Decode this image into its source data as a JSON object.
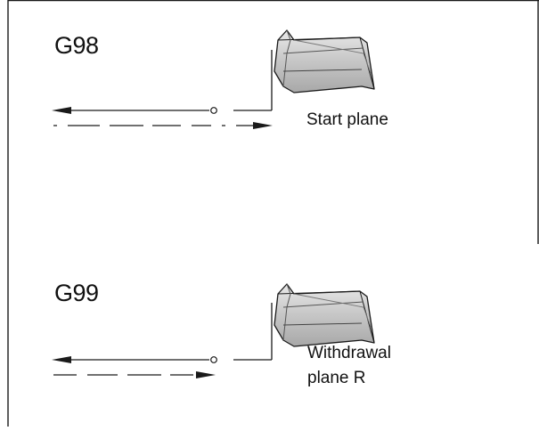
{
  "colors": {
    "ink": "#1a1a1a",
    "tool_fill": "#cfcfcf",
    "tool_dark": "#9c9c9c",
    "tool_light": "#e6e6e6",
    "background": "#ffffff"
  },
  "cycles": [
    {
      "code": "G98",
      "plane_label_lines": [
        "Start plane"
      ]
    },
    {
      "code": "G99",
      "plane_label_lines": [
        "Withdrawal",
        "plane R"
      ]
    }
  ],
  "icons": {
    "tool": "drill-bit-icon",
    "arrow": "arrowhead-icon",
    "point": "start-point-icon"
  }
}
